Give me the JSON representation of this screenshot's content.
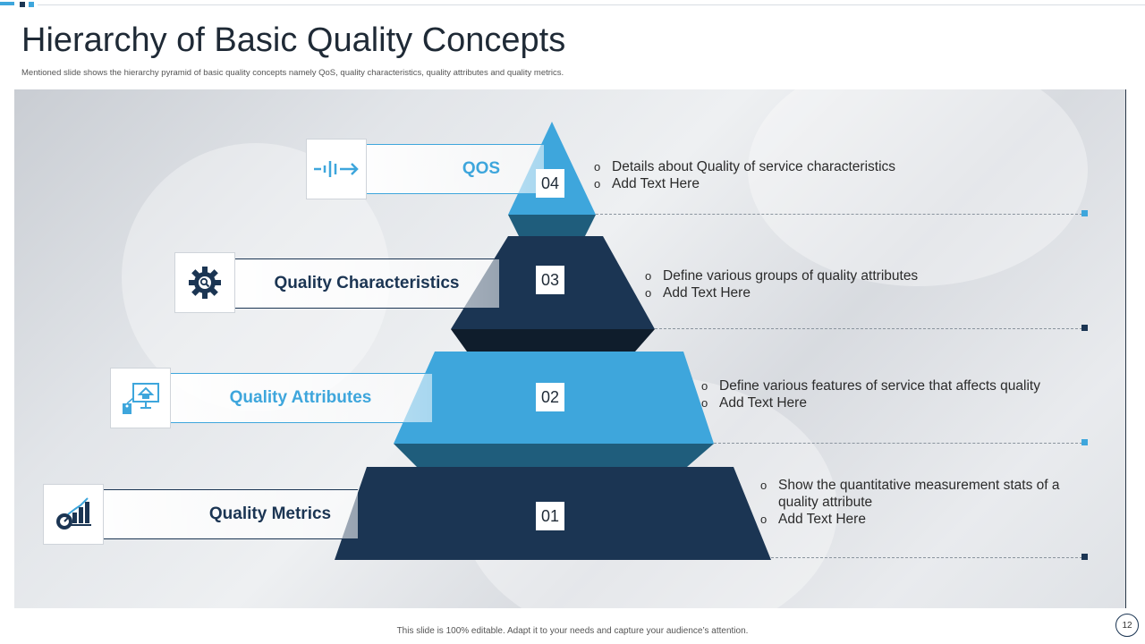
{
  "slide": {
    "title": "Hierarchy of Basic Quality Concepts",
    "subtitle": "Mentioned slide shows the hierarchy pyramid of basic quality concepts namely QoS, quality characteristics, quality attributes and quality metrics.",
    "footer": "This slide is 100% editable. Adapt it to your needs and capture your audience’s attention.",
    "page_number": "12"
  },
  "colors": {
    "accent_light": "#3ea6dc",
    "accent_dark": "#1b3553",
    "accent_light_shade": "#1f5d7c",
    "accent_dark_shade": "#0f1d2c"
  },
  "levels": [
    {
      "number": "04",
      "label": "QOS",
      "icon": "signal-arrow-icon",
      "bullets": [
        "Details about Quality of service characteristics",
        "Add Text Here"
      ]
    },
    {
      "number": "03",
      "label": "Quality Characteristics",
      "icon": "gear-search-icon",
      "bullets": [
        "Define various groups of quality attributes",
        "Add Text Here"
      ]
    },
    {
      "number": "02",
      "label": "Quality Attributes",
      "icon": "monitor-tag-icon",
      "bullets": [
        "Define various features of service that affects quality",
        "Add Text Here"
      ]
    },
    {
      "number": "01",
      "label": "Quality Metrics",
      "icon": "chart-gauge-icon",
      "bullets": [
        "Show the quantitative measurement stats of a quality attribute",
        "Add Text Here"
      ]
    }
  ]
}
